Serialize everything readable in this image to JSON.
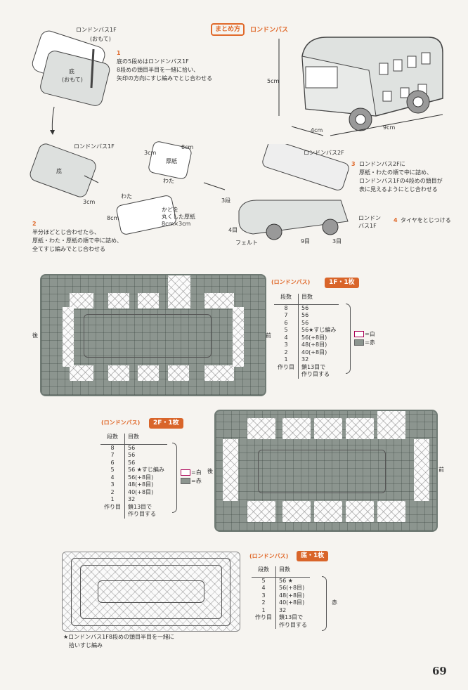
{
  "header": {
    "label": "まとめ方",
    "title": "ロンドンバス"
  },
  "step1": {
    "num": "1",
    "lines": [
      "底の5段めはロンドンバス1F",
      "8段めの頭目半目を一緒に拾い、",
      "矢印の方向にすじ編みでとじ合わせる"
    ],
    "label_top": "ロンドンバス1F",
    "label_top_sub": "(おもて)",
    "label_bottom": "底",
    "label_bottom_sub": "(おもて)"
  },
  "dims": {
    "height": "5cm",
    "depth": "4cm",
    "width": "9cm"
  },
  "step2": {
    "num": "2",
    "lines": [
      "半分ほどとじ合わせたら、",
      "厚紙・わた・厚紙の順で中に詰め、",
      "全てすじ編みでとじ合わせる"
    ],
    "label_1f": "ロンドンバス1F",
    "label_base": "底",
    "cm8a": "8cm",
    "cm3a": "3cm",
    "board": "厚紙",
    "wata": "わた",
    "wata2": "わた",
    "cm3b": "3cm",
    "cm8b": "8cm",
    "note": [
      "かどを",
      "丸くした厚紙",
      "8cm×3cm"
    ]
  },
  "step3": {
    "num": "3",
    "lines": [
      "ロンドンバス2Fに",
      "厚紙・わたの順で中に詰め、",
      "ロンドンバス1Fの4段めの頭目が",
      "表に見えるようにとじ合わせる"
    ],
    "label_2f": "ロンドンバス2F",
    "label_1f": [
      "ロンドン",
      "バス1F"
    ],
    "r3": "3段",
    "r4": "4目",
    "felt": "フェルト",
    "r9": "9目",
    "r3b": "3目"
  },
  "step4": {
    "num": "4",
    "text": "タイヤをとじつける"
  },
  "back": "後",
  "front": "前",
  "tables": [
    {
      "title": "(ロンドンバス)",
      "badge": "1F・1枚",
      "col1": "段数",
      "col2": "目数",
      "rows": [
        [
          "8",
          "56"
        ],
        [
          "7",
          "56"
        ],
        [
          "6",
          "56"
        ],
        [
          "5",
          "56★すじ編み"
        ],
        [
          "4",
          "56(+8目)"
        ],
        [
          "3",
          "48(+8目)"
        ],
        [
          "2",
          "40(+8目)"
        ],
        [
          "1",
          "32"
        ],
        [
          "作り目",
          "鎖13目で\n作り目する"
        ]
      ],
      "legend": [
        "=白",
        "=赤"
      ]
    },
    {
      "title": "(ロンドンバス)",
      "badge": "2F・1枚",
      "col1": "段数",
      "col2": "目数",
      "rows": [
        [
          "8",
          "56"
        ],
        [
          "7",
          "56"
        ],
        [
          "6",
          "56"
        ],
        [
          "5",
          "56 ★すじ編み"
        ],
        [
          "4",
          "56(+8目)"
        ],
        [
          "3",
          "48(+8目)"
        ],
        [
          "2",
          "40(+8目)"
        ],
        [
          "1",
          "32"
        ],
        [
          "作り目",
          "鎖13目で\n作り目する"
        ]
      ],
      "legend": [
        "=白",
        "=赤"
      ]
    },
    {
      "title": "(ロンドンバス)",
      "badge": "底・1枚",
      "col1": "段数",
      "col2": "目数",
      "rows": [
        [
          "5",
          "56 ★"
        ],
        [
          "4",
          "56(+8目)"
        ],
        [
          "3",
          "48(+8目)"
        ],
        [
          "2",
          "40(+8目)"
        ],
        [
          "1",
          "32"
        ],
        [
          "作り目",
          "鎖13目で\n作り目する"
        ]
      ],
      "legend": [
        "赤"
      ]
    }
  ],
  "footnote": [
    "★ロンドンバス1F8段めの頭目半目を一緒に",
    "拾いすじ編み"
  ],
  "page_number": "69",
  "colors": {
    "accent": "#e0692a",
    "red_yarn": "#8c958f",
    "white_yarn": "#fbfbfb"
  }
}
